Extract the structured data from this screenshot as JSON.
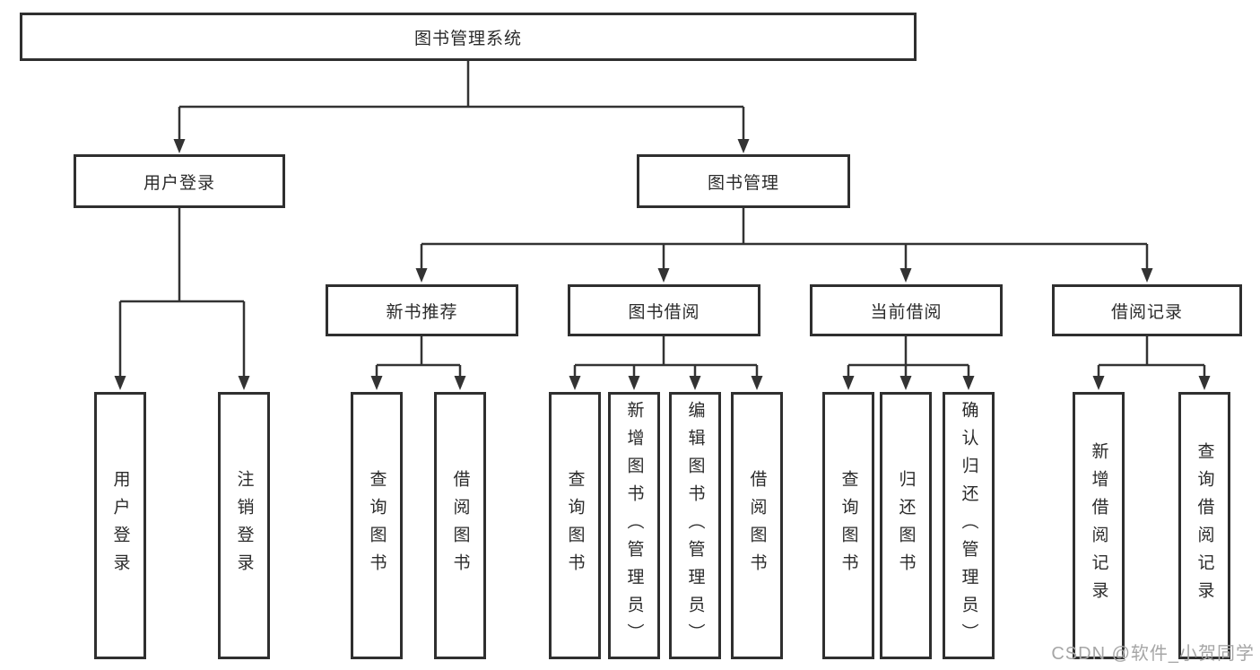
{
  "diagram_title": "图书管理系统",
  "nodes": {
    "root": "图书管理系统",
    "user_login": "用户登录",
    "book_management": "图书管理",
    "new_book_recommend": "新书推荐",
    "book_borrow": "图书借阅",
    "current_borrow": "当前借阅",
    "borrow_record": "借阅记录",
    "leaves": {
      "user_login": "用户登录",
      "logout": "注销登录",
      "recommend_query_book": "查询图书",
      "recommend_borrow_book": "借阅图书",
      "borrow_query_book": "查询图书",
      "borrow_add_book_admin": "新增图书（管理员）",
      "borrow_edit_book_admin": "编辑图书（管理员）",
      "borrow_borrow_book": "借阅图书",
      "current_query_book": "查询图书",
      "current_return_book": "归还图书",
      "current_confirm_return_admin": "确认归还（管理员）",
      "record_add_borrow_record": "新增借阅记录",
      "record_query_borrow_record": "查询借阅记录"
    }
  },
  "watermark": "CSDN @软件_小贺同学",
  "colors": {
    "line": "#333333",
    "border": "#2f2f2f",
    "text": "#2b2b2b",
    "background": "#ffffff",
    "watermark": "#a6a6a6"
  }
}
